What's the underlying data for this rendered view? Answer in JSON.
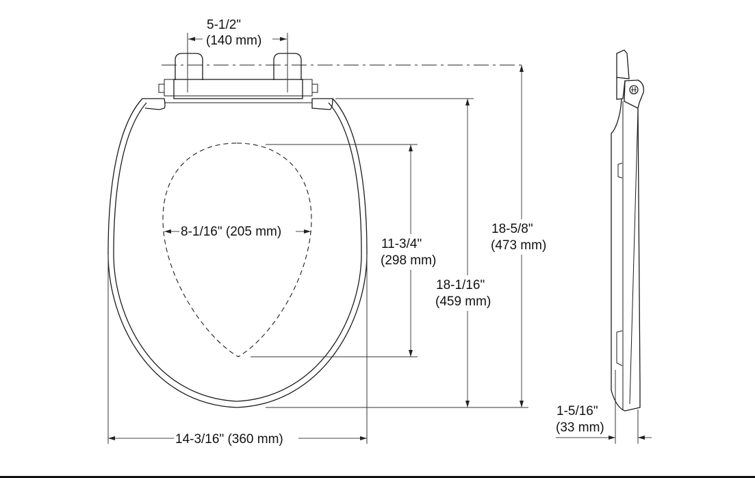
{
  "drawing": {
    "subject": "Elongated toilet seat dimension drawing",
    "views": [
      "top-view",
      "side-view"
    ],
    "colors": {
      "line": "#1a1a1a",
      "dimension_line": "#444444",
      "background": "#ffffff"
    }
  },
  "dimensions": {
    "hinge_spacing": {
      "imperial": "5-1/2\"",
      "metric": "(140 mm)"
    },
    "opening_width": {
      "text": "8-1/16\" (205 mm)"
    },
    "opening_length": {
      "imperial": "11-3/4\"",
      "metric": "(298 mm)"
    },
    "seat_length": {
      "imperial": "18-1/16\"",
      "metric": "(459 mm)"
    },
    "overall_length": {
      "imperial": "18-5/8\"",
      "metric": "(473 mm)"
    },
    "seat_width": {
      "text": "14-3/16\" (360 mm)"
    },
    "seat_height": {
      "imperial": "1-5/16\"",
      "metric": "(33 mm)"
    }
  }
}
